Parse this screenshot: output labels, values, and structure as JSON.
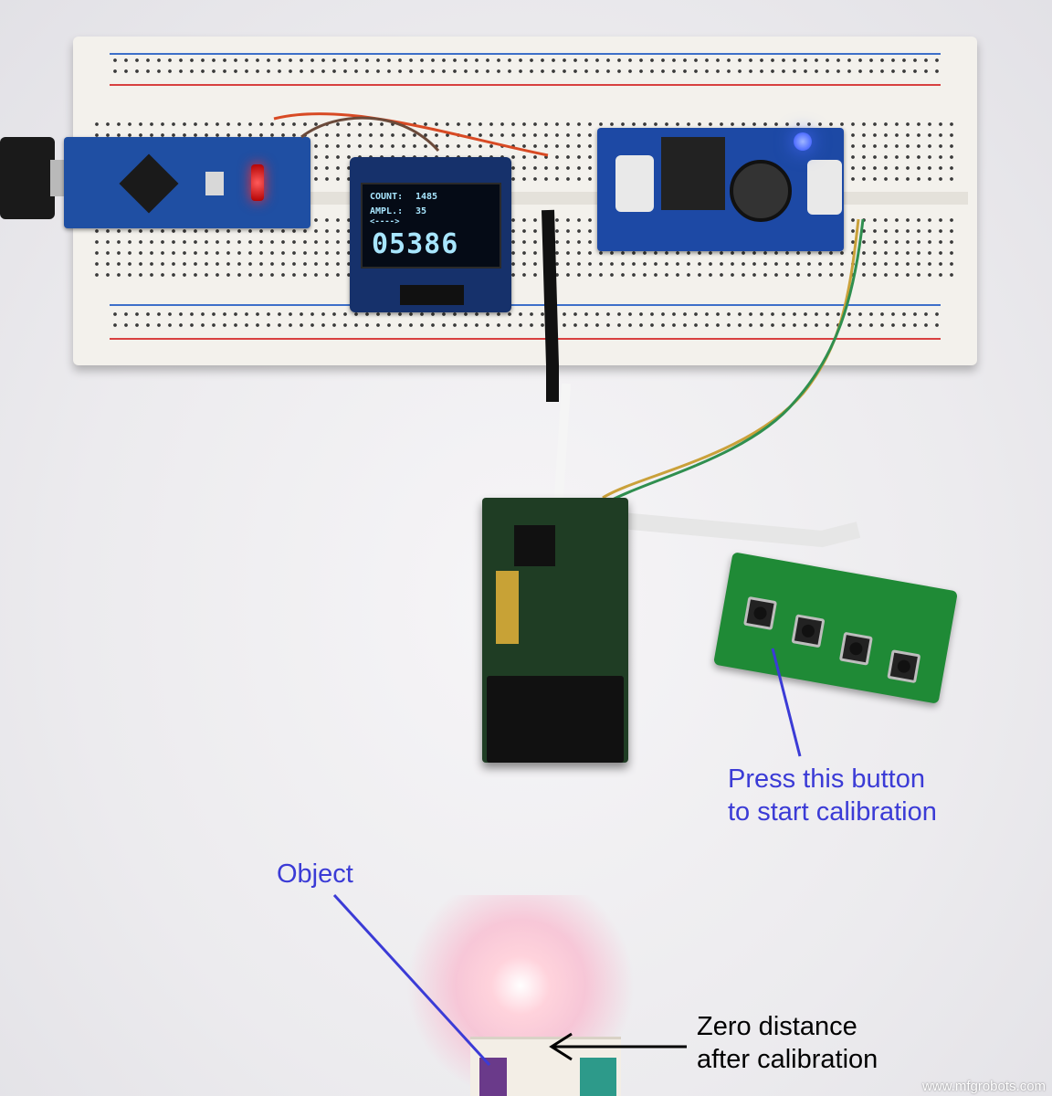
{
  "oled": {
    "count_label": "COUNT:",
    "count_value": "1485",
    "ampl_label": "AMPL.:",
    "ampl_value": "35",
    "distance": "05386"
  },
  "annotations": {
    "button_line1": "Press this button",
    "button_line2": "to start calibration",
    "object": "Object",
    "zero_line1": "Zero distance",
    "zero_line2": "after calibration"
  },
  "watermark": "www.mfgrobots.com",
  "colors": {
    "annotation_blue": "#3b3bd6",
    "arrow_black": "#000000",
    "pcb_blue": "#1f4fa3",
    "pcb_green": "#1f8a36",
    "oled_text": "#a8e6ff"
  }
}
